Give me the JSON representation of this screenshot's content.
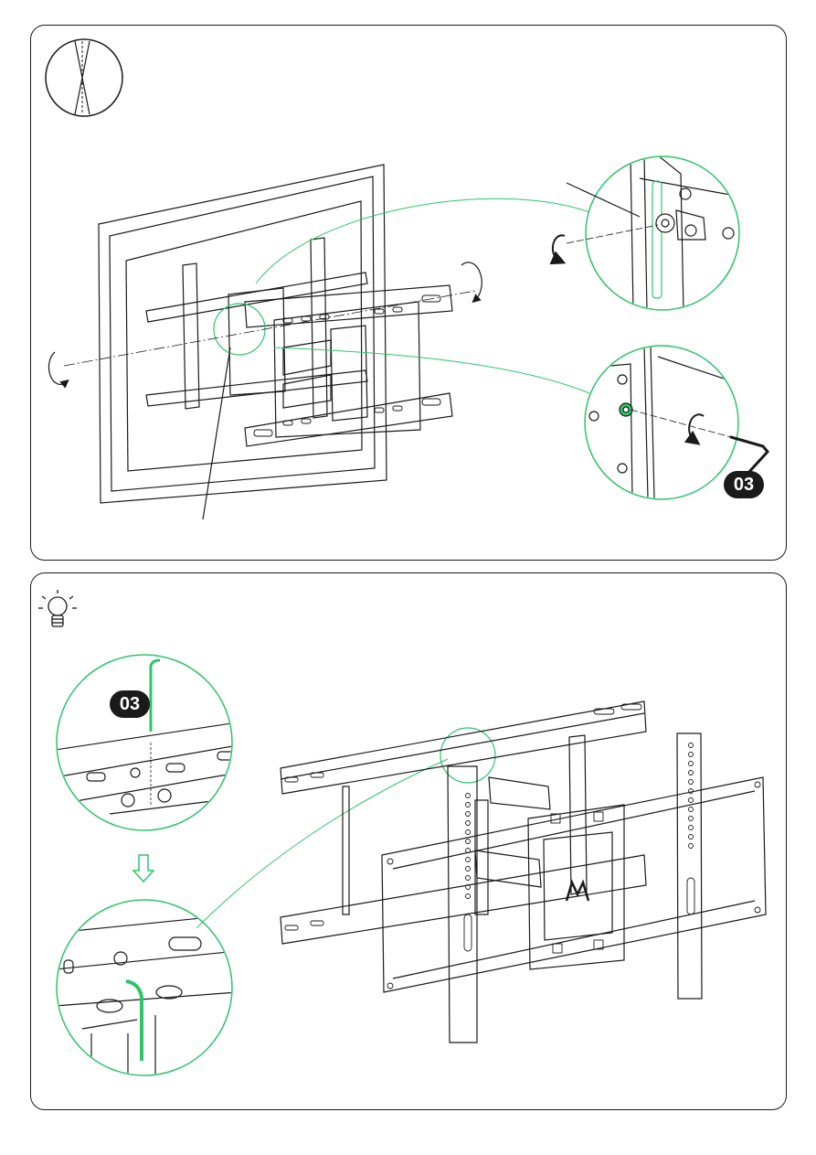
{
  "panels": [
    {
      "id": "top",
      "tool_badge": "03"
    },
    {
      "id": "bottom",
      "tool_badge": "03"
    }
  ],
  "colors": {
    "line": "#1a1a1a",
    "accent": "#2fc46a"
  },
  "icons": [
    "tilt-adjust-icon",
    "lightbulb-tip-icon",
    "rotate-arrow-icon",
    "down-arrow-icon",
    "brand-logo-icon"
  ]
}
